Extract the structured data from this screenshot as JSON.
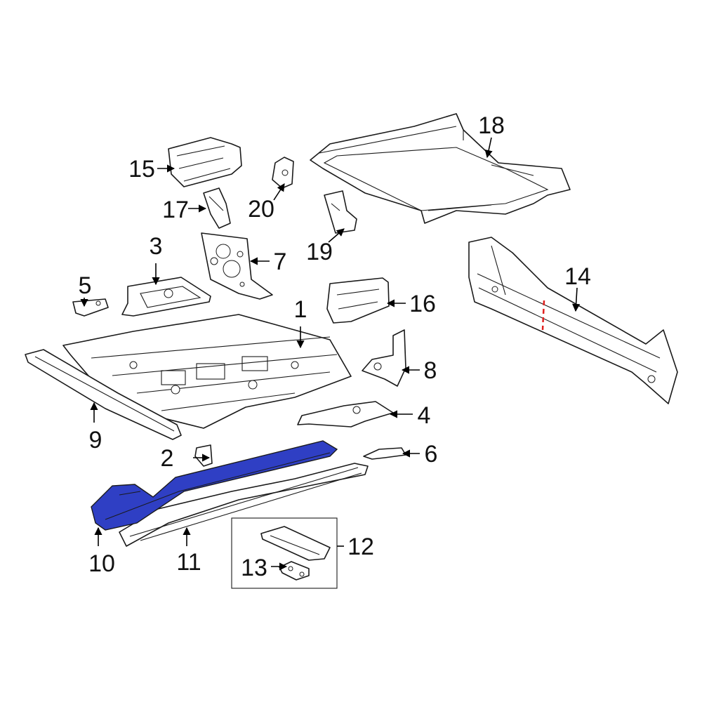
{
  "colors": {
    "highlight": "#2f3fc4",
    "line": "#1a1a1a",
    "cut_line": "#e0201e",
    "background": "#ffffff"
  },
  "callouts": {
    "c1": "1",
    "c2": "2",
    "c3": "3",
    "c4": "4",
    "c5": "5",
    "c6": "6",
    "c7": "7",
    "c8": "8",
    "c9": "9",
    "c10": "10",
    "c11": "11",
    "c12": "12",
    "c13": "13",
    "c14": "14",
    "c15": "15",
    "c16": "16",
    "c17": "17",
    "c18": "18",
    "c19": "19",
    "c20": "20"
  }
}
